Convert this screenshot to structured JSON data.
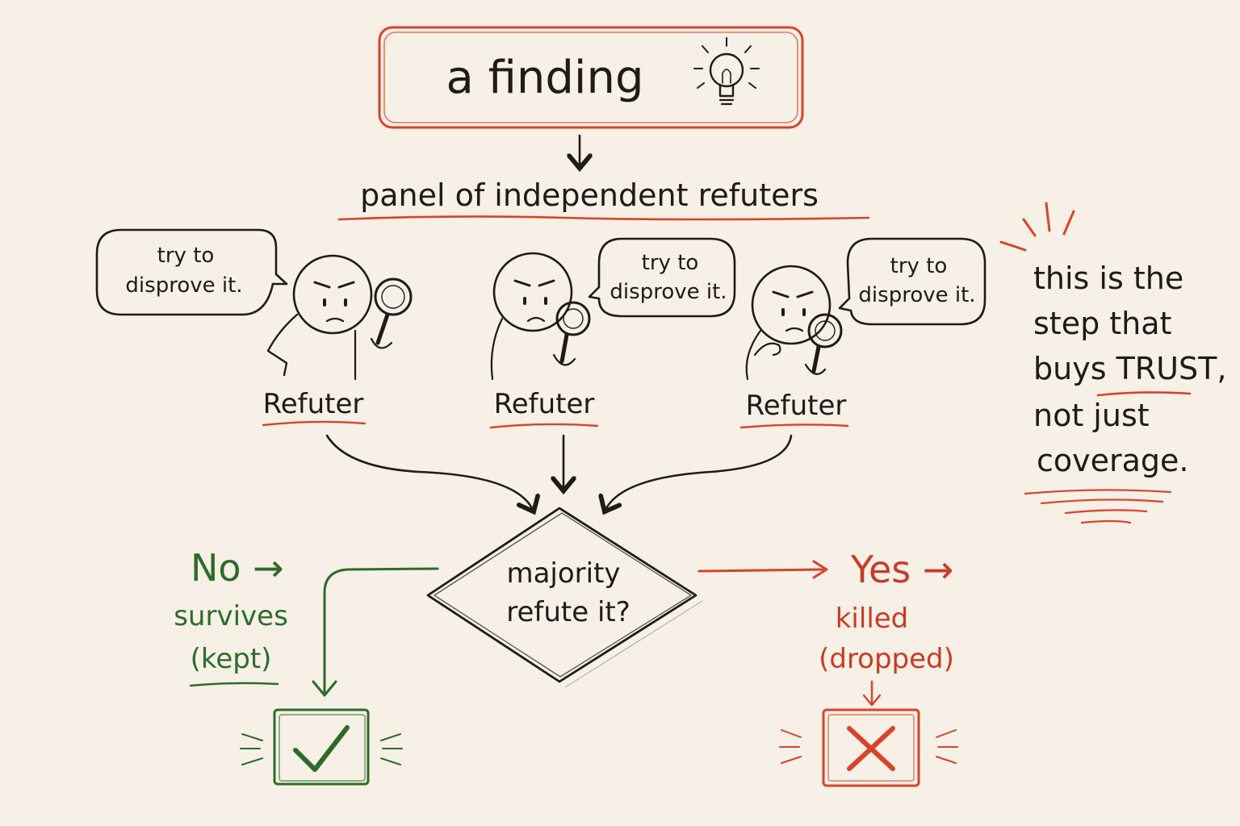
{
  "title": "a finding",
  "panel_label": "panel of independent refuters",
  "refuters": [
    {
      "label": "Refuter",
      "speech": [
        "try to",
        "disprove it."
      ]
    },
    {
      "label": "Refuter",
      "speech": [
        "try to",
        "disprove it."
      ]
    },
    {
      "label": "Refuter",
      "speech": [
        "try to",
        "disprove it."
      ]
    }
  ],
  "decision": [
    "majority",
    "refute it?"
  ],
  "no_branch": {
    "label": "No →",
    "outcome": [
      "survives",
      "(kept)"
    ]
  },
  "yes_branch": {
    "label": "Yes →",
    "outcome": [
      "killed",
      "(dropped)"
    ]
  },
  "note": [
    "this is the",
    "step that",
    "buys TRUST,",
    "not just",
    "coverage."
  ],
  "colors": {
    "ink": "#1e1b18",
    "red": "#d8432b",
    "green": "#2e6b2a",
    "paper": "#f6f0e6"
  },
  "icons": [
    "lightbulb-icon",
    "magnifying-glass-icon",
    "checkmark-icon",
    "x-mark-icon"
  ]
}
